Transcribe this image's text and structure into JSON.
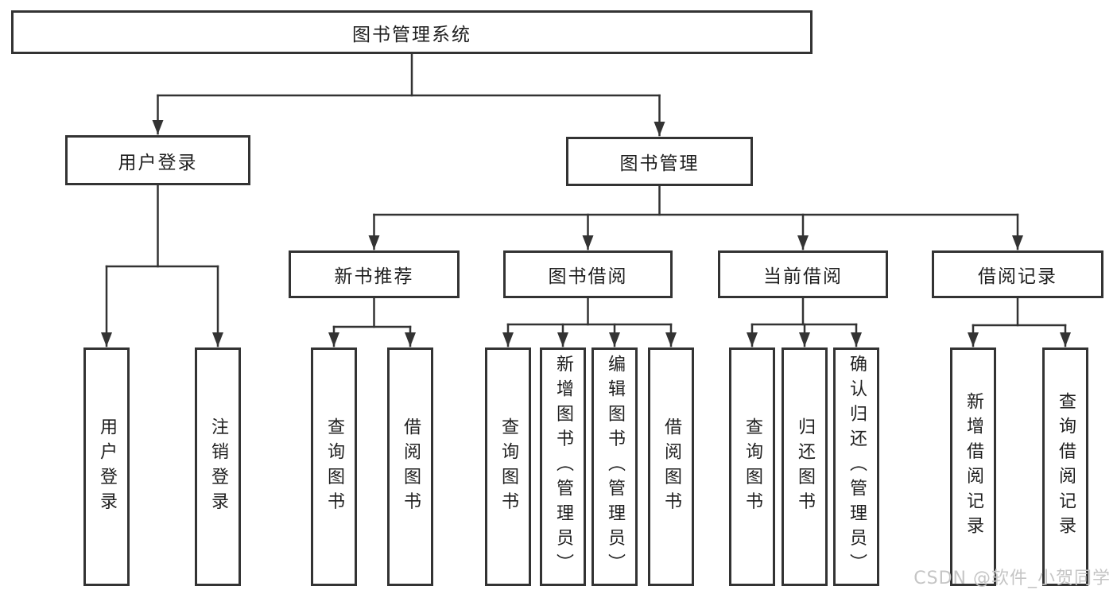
{
  "diagram": {
    "title": "图书管理系统",
    "nodes": [
      {
        "id": "root",
        "label": "图书管理系统",
        "orientation": "horizontal"
      },
      {
        "id": "user-login",
        "label": "用户登录",
        "orientation": "horizontal"
      },
      {
        "id": "book-management",
        "label": "图书管理",
        "orientation": "horizontal"
      },
      {
        "id": "new-book-recommend",
        "label": "新书推荐",
        "orientation": "horizontal"
      },
      {
        "id": "book-borrowing",
        "label": "图书借阅",
        "orientation": "horizontal"
      },
      {
        "id": "current-borrowing",
        "label": "当前借阅",
        "orientation": "horizontal"
      },
      {
        "id": "borrowing-records",
        "label": "借阅记录",
        "orientation": "horizontal"
      },
      {
        "id": "user-login-action",
        "label": "用户登录",
        "orientation": "vertical"
      },
      {
        "id": "logout-action",
        "label": "注销登录",
        "orientation": "vertical"
      },
      {
        "id": "query-books-recommend",
        "label": "查询图书",
        "orientation": "vertical"
      },
      {
        "id": "borrow-books-recommend",
        "label": "借阅图书",
        "orientation": "vertical"
      },
      {
        "id": "query-books-borrowing",
        "label": "查询图书",
        "orientation": "vertical"
      },
      {
        "id": "add-books-admin",
        "label": "新增图书（管理员）",
        "orientation": "vertical"
      },
      {
        "id": "edit-books-admin",
        "label": "编辑图书（管理员）",
        "orientation": "vertical"
      },
      {
        "id": "borrow-books-borrowing",
        "label": "借阅图书",
        "orientation": "vertical"
      },
      {
        "id": "query-books-current",
        "label": "查询图书",
        "orientation": "vertical"
      },
      {
        "id": "return-books",
        "label": "归还图书",
        "orientation": "vertical"
      },
      {
        "id": "confirm-return-admin",
        "label": "确认归还（管理员）",
        "orientation": "vertical"
      },
      {
        "id": "add-borrow-record",
        "label": "新增借阅记录",
        "orientation": "vertical"
      },
      {
        "id": "query-borrow-record",
        "label": "查询借阅记录",
        "orientation": "vertical"
      }
    ],
    "edges": [
      {
        "parent": "root",
        "children": [
          "user-login",
          "book-management"
        ]
      },
      {
        "parent": "user-login",
        "children": [
          "user-login-action",
          "logout-action"
        ]
      },
      {
        "parent": "book-management",
        "children": [
          "new-book-recommend",
          "book-borrowing",
          "current-borrowing",
          "borrowing-records"
        ]
      },
      {
        "parent": "new-book-recommend",
        "children": [
          "query-books-recommend",
          "borrow-books-recommend"
        ]
      },
      {
        "parent": "book-borrowing",
        "children": [
          "query-books-borrowing",
          "add-books-admin",
          "edit-books-admin",
          "borrow-books-borrowing"
        ]
      },
      {
        "parent": "current-borrowing",
        "children": [
          "query-books-current",
          "return-books",
          "confirm-return-admin"
        ]
      },
      {
        "parent": "borrowing-records",
        "children": [
          "add-borrow-record",
          "query-borrow-record"
        ]
      }
    ]
  },
  "watermark": {
    "text": "CSDN @软件_小贺同学"
  },
  "colors": {
    "line": "#333333",
    "box_border": "#333333",
    "text": "#1f1f1f",
    "watermark": "#c5c5c5",
    "background": "#ffffff"
  }
}
